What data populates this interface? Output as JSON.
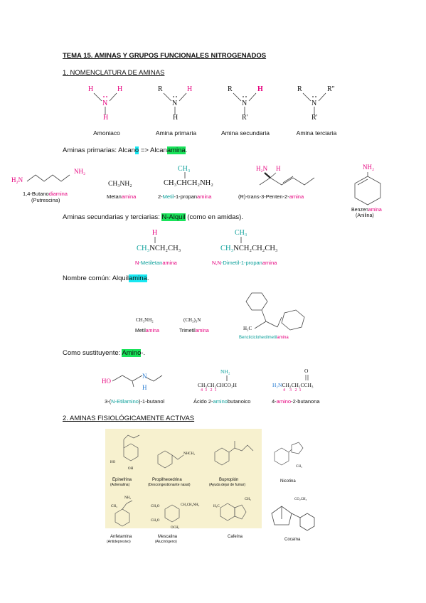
{
  "title": "TEMA 15. AMINAS Y GRUPOS FUNCIONALES NITROGENADOS",
  "section1": "1. NOMENCLATURA DE AMINAS",
  "section2": "2. AMINAS FISIOLÓGICAMENTE ACTIVAS",
  "amine_types": {
    "amoniaco": "Amoniaco",
    "primaria": "Amina primaria",
    "secundaria": "Amina secundaria",
    "terciaria": "Amina terciaria",
    "atoms": {
      "H": "H",
      "N": "N",
      "R": "R",
      "R1": "R'",
      "R2": "R\""
    }
  },
  "primarias": {
    "a": "Aminas primarias: Alcan",
    "b": "o",
    "c": " => Alcan",
    "d": "amina",
    "e": "."
  },
  "ex1": {
    "butane_name_a": "1,4-Butano",
    "butane_name_b": "diamina",
    "butane_common": "(Putrescina)",
    "h2n": "H₂N",
    "nh2": "NH₂",
    "metan_formula": "CH₃NH₂",
    "metan_a": "Metan",
    "metan_b": "amina",
    "ch3": "CH₃",
    "propan_formula": "CH₃CHCH₂NH₂",
    "propan_a": "2-",
    "propan_b": "Metil",
    "propan_c": "-1-propan",
    "propan_d": "amina",
    "penten_a": "(R)-trans-3-Penten-2-",
    "penten_b": "amina",
    "h2n_top": "H₂N",
    "h_top": "H",
    "benz_nh2": "NH₂",
    "benz_a": "Benzen",
    "benz_b": "amina",
    "benz_common": "(Anilina)"
  },
  "secundarias": {
    "a": "Aminas secundarias y terciarias: ",
    "b": "N-Alquil",
    "c": " (como en amidas)."
  },
  "ex2": {
    "h": "H",
    "formula1_a": "CH₃",
    "formula1_b": "N",
    "formula1_c": "CH₂CH₃",
    "name1_a": "N",
    "name1_b": "-Metiletan",
    "name1_c": "amina",
    "ch3": "CH₃",
    "formula2_a": "CH₃",
    "formula2_b": "N",
    "formula2_c": "CH₂CH₂CH₃",
    "name2_a": "N,N",
    "name2_b": "-Dimetil-1-propan",
    "name2_c": "amina"
  },
  "comun": {
    "a": "Nombre común: Alquil",
    "b": "amina",
    "c": "."
  },
  "ex3": {
    "f1": "CH₃NH₂",
    "n1_a": "Metil",
    "n1_b": "amina",
    "f2": "(CH₃)₃N",
    "n2_a": "Trimetil",
    "n2_b": "amina",
    "h3c": "H₃C",
    "n3_a": "Bencilciclohexilmetil",
    "n3_b": "amina"
  },
  "sust": {
    "a": "Como sustituyente: ",
    "b": "Amino",
    "c": "-."
  },
  "ex4": {
    "ho": "HO",
    "n": "N",
    "h": "H",
    "n1_a": "3-(",
    "n1_b": "N-Etilamino",
    "n1_c": ")-1-butanol",
    "nh2": "NH₂",
    "f2": "CH₃CH₂CHCO₂H",
    "nums2": "4  3   2  1",
    "n2_a": "Ácido 2-",
    "n2_b": "amino",
    "n2_c": "butanoico",
    "o": "O",
    "f3_a": "H₂N",
    "f3_b": "CH₂CH₂CCH₃",
    "nums3": "4    3   2  1",
    "n3_a": "4-",
    "n3_b": "amino",
    "n3_c": "-2-butanona"
  },
  "drugs": {
    "d1": "Epinefrina",
    "d1b": "(Adrenalina)",
    "d2": "Propilhexedrina",
    "d2b": "(Descongestionante nasal)",
    "d3": "Bupropión",
    "d3b": "(Ayuda dejar de fumar)",
    "d4": "Nicotina",
    "d5": "Anfetamina",
    "d5b": "(Antidepresivo)",
    "d6": "Mescalina",
    "d6b": "(Alucinógeno)",
    "d7": "Cafeína",
    "d8": "Cocaína",
    "ho": "HO",
    "oh": "OH",
    "nhch3": "NHCH₃",
    "ch3": "CH₃",
    "nh2": "NH₂",
    "ch3o": "CH₃O",
    "ch2ch2nh2": "CH₂CH₂NH₂",
    "och3": "OCH₃",
    "h3c": "H₃C",
    "o": "O",
    "n": "N",
    "co2ch3": "CO₂CH₃"
  }
}
